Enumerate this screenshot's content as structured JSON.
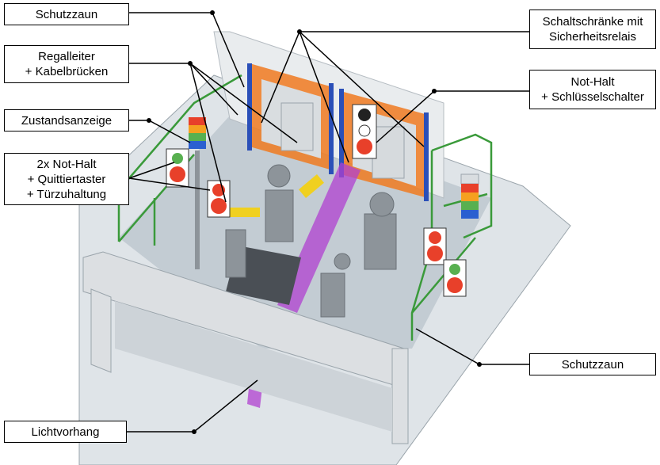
{
  "labels": {
    "schutzzaun_top": "Schutzzaun",
    "regalleiter_line1": "Regalleiter",
    "regalleiter_line2": "+ Kabelbrücken",
    "zustandsanzeige": "Zustandsanzeige",
    "notaus_line1": "2x Not-Halt",
    "notaus_line2": "+ Quittiertaster",
    "notaus_line3": "+ Türzuhaltung",
    "schaltschraenke_line1": "Schaltschränke mit",
    "schaltschraenke_line2": "Sicherheitsrelais",
    "nothalt_line1": "Not-Halt",
    "nothalt_line2": "+ Schlüsselschalter",
    "schutzzaun_right": "Schutzzaun",
    "lichtvorhang": "Lichtvorhang"
  },
  "colors": {
    "fence": "#3a9a3a",
    "shelf_orange": "#f07a20",
    "shelf_blue": "#2a4fb8",
    "light_curtain": "#b040d0",
    "yellow_bar": "#f0d020",
    "floor": "#c3ccd3",
    "stop_red": "#e8402a",
    "go_green": "#58b050"
  }
}
